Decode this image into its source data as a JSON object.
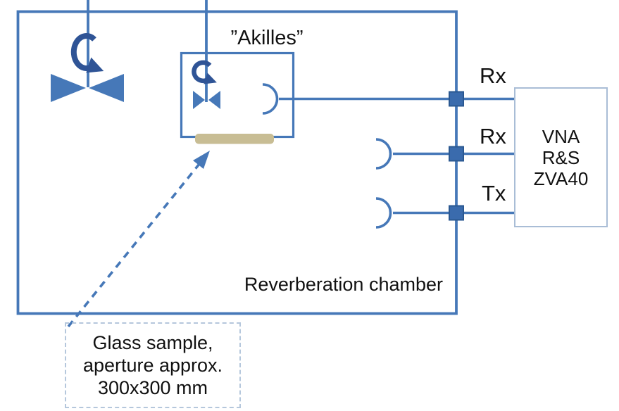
{
  "diagram": {
    "akilles_label": "”Akilles”",
    "chamber_label": "Reverberation chamber",
    "ports": [
      {
        "label": "Rx"
      },
      {
        "label": "Rx"
      },
      {
        "label": "Tx"
      }
    ],
    "vna": {
      "lines": [
        "VNA",
        "R&S",
        "ZVA40"
      ]
    },
    "glass_note": {
      "lines": [
        "Glass sample,",
        "aperture approx.",
        "300x300 mm"
      ]
    },
    "colors": {
      "line_blue": "#4678B8",
      "dark_blue": "#2F5496",
      "connector_fill": "#3A6BAD",
      "connector_border": "#2B5891",
      "sample_tan": "#C8BD94",
      "vna_border": "#A9BDD6",
      "note_border": "#B5C7DC"
    }
  }
}
